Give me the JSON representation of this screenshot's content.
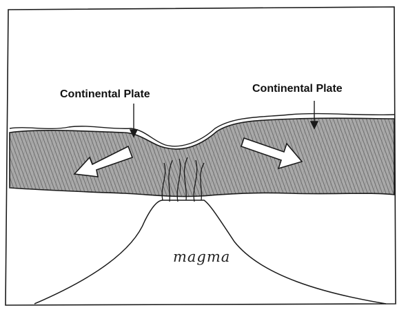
{
  "labels": {
    "left_plate": "Continental Plate",
    "right_plate": "Continental Plate",
    "magma": "magma"
  },
  "colors": {
    "ink": "#1a1a1a",
    "plate_shading": "#8c8c8c",
    "background": "#ffffff"
  }
}
